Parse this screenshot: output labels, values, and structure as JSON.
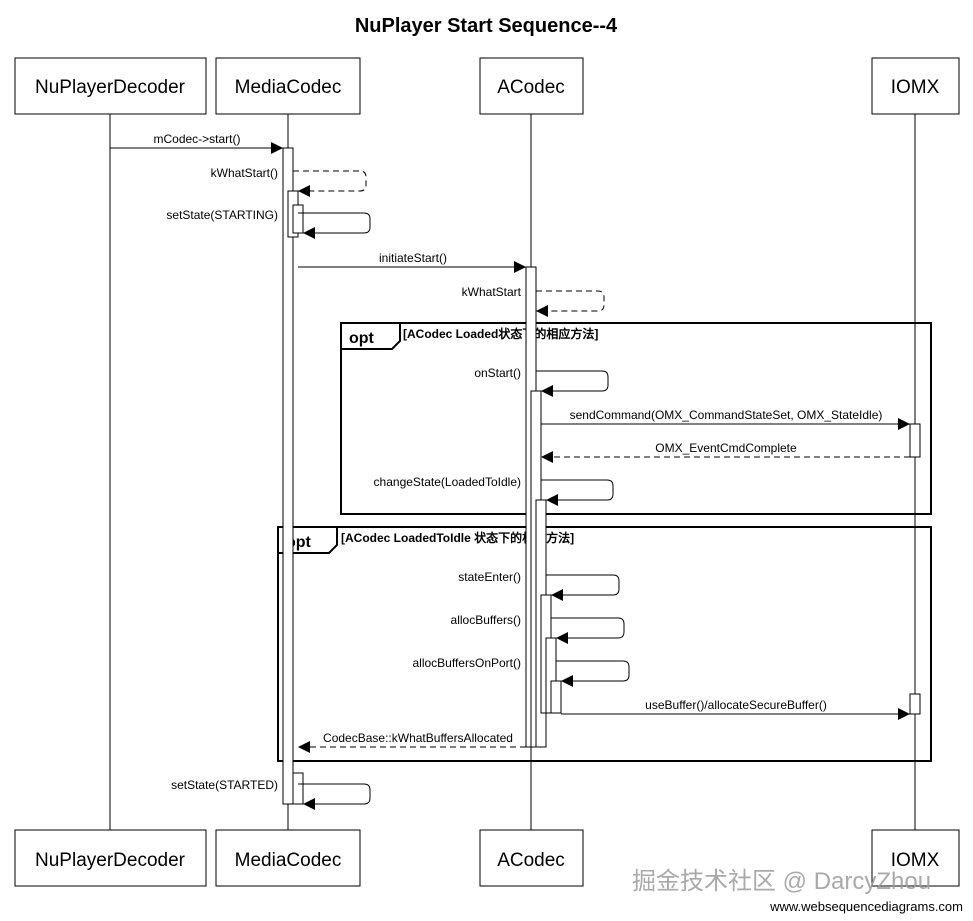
{
  "title": "NuPlayer Start Sequence--4",
  "participants": {
    "p1": "NuPlayerDecoder",
    "p2": "MediaCodec",
    "p3": "ACodec",
    "p4": "IOMX"
  },
  "messages": {
    "m1": "mCodec->start()",
    "m2": "kWhatStart()",
    "m3": "setState(STARTING)",
    "m4": "initiateStart()",
    "m5": "kWhatStart",
    "m6": "onStart()",
    "m7": "sendCommand(OMX_CommandStateSet, OMX_StateIdle)",
    "m8": "OMX_EventCmdComplete",
    "m9": "changeState(LoadedToIdle)",
    "m10": "stateEnter()",
    "m11": "allocBuffers()",
    "m12": "allocBuffersOnPort()",
    "m13": "useBuffer()/allocateSecureBuffer()",
    "m14": "CodecBase::kWhatBuffersAllocated",
    "m15": "setState(STARTED)"
  },
  "fragments": {
    "f1_label": "opt",
    "f1_condition": "[ACodec Loaded状态下的相应方法]",
    "f2_label": "opt",
    "f2_condition": "[ACodec LoadedToIdle 状态下的相应方法]"
  },
  "watermark": "掘金技术社区 @ DarcyZhou",
  "footer": "www.websequencediagrams.com"
}
